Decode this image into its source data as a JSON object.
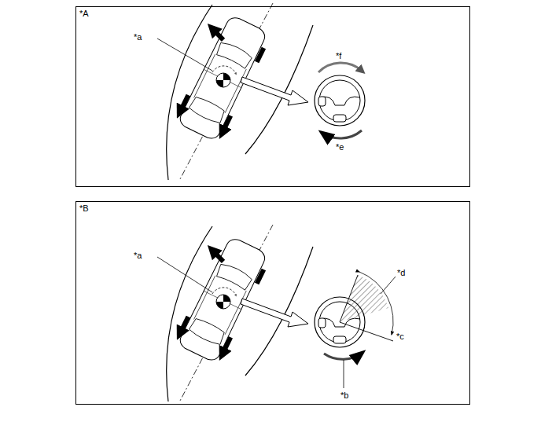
{
  "diagram": {
    "nodes": [
      {
        "text": [
          "*A"
        ]
      },
      {
        "text": [
          "*B"
        ]
      }
    ],
    "labels": [
      "*a",
      "*f",
      "*e",
      "*a",
      "*d",
      "*c",
      "*b"
    ]
  }
}
